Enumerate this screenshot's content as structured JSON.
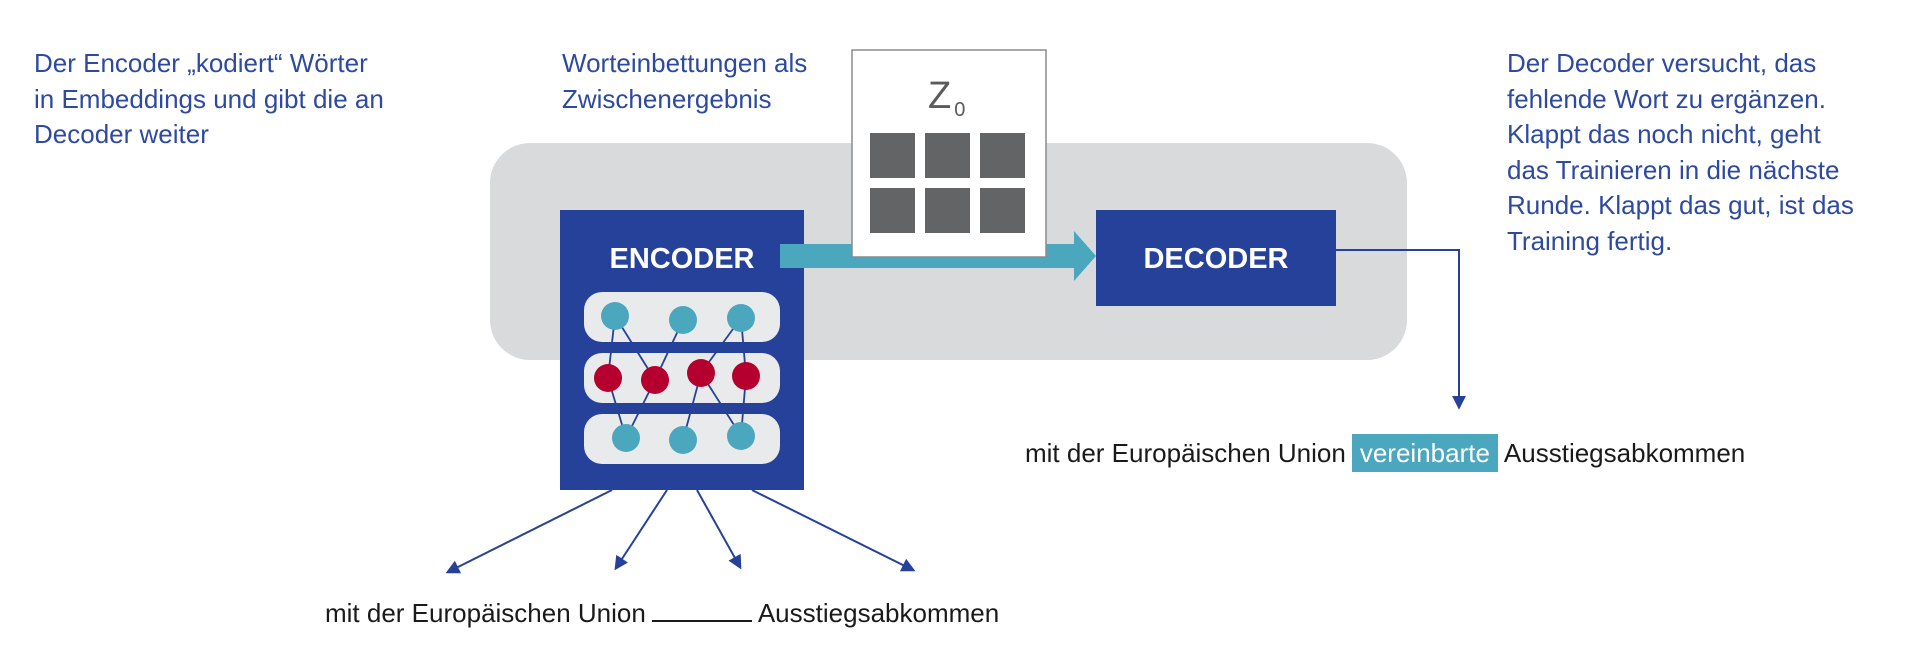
{
  "notes": {
    "encoder": [
      "Der Encoder „kodiert“ Wörter",
      "in Embeddings und gibt die an",
      "Decoder weiter"
    ],
    "embeddings": [
      "Worteinbettungen als",
      "Zwischenergebnis"
    ],
    "decoder": [
      "Der Decoder versucht, das",
      "fehlende Wort zu ergänzen.",
      "Klappt das noch nicht, geht",
      "das Trainieren in die nächste",
      "Runde. Klappt das gut, ist das",
      "Training fertig."
    ]
  },
  "encoder_label": "ENCODER",
  "decoder_label": "DECODER",
  "matrix_label": "Z",
  "matrix_subscript": "0",
  "input_sentence": {
    "before": "mit der Europäischen Union",
    "after": "Ausstiegsabkommen"
  },
  "output_sentence": {
    "before": "mit der Europäischen Union",
    "filled": "vereinbarte",
    "after": "Ausstiegsabkommen"
  },
  "colors": {
    "dark_blue": "#26419a",
    "light_blue": "#4aa7be",
    "red": "#b5002f",
    "gray_panel": "#d9dadc",
    "matrix_cell": "#636466",
    "note_text": "#2d4aa0"
  }
}
